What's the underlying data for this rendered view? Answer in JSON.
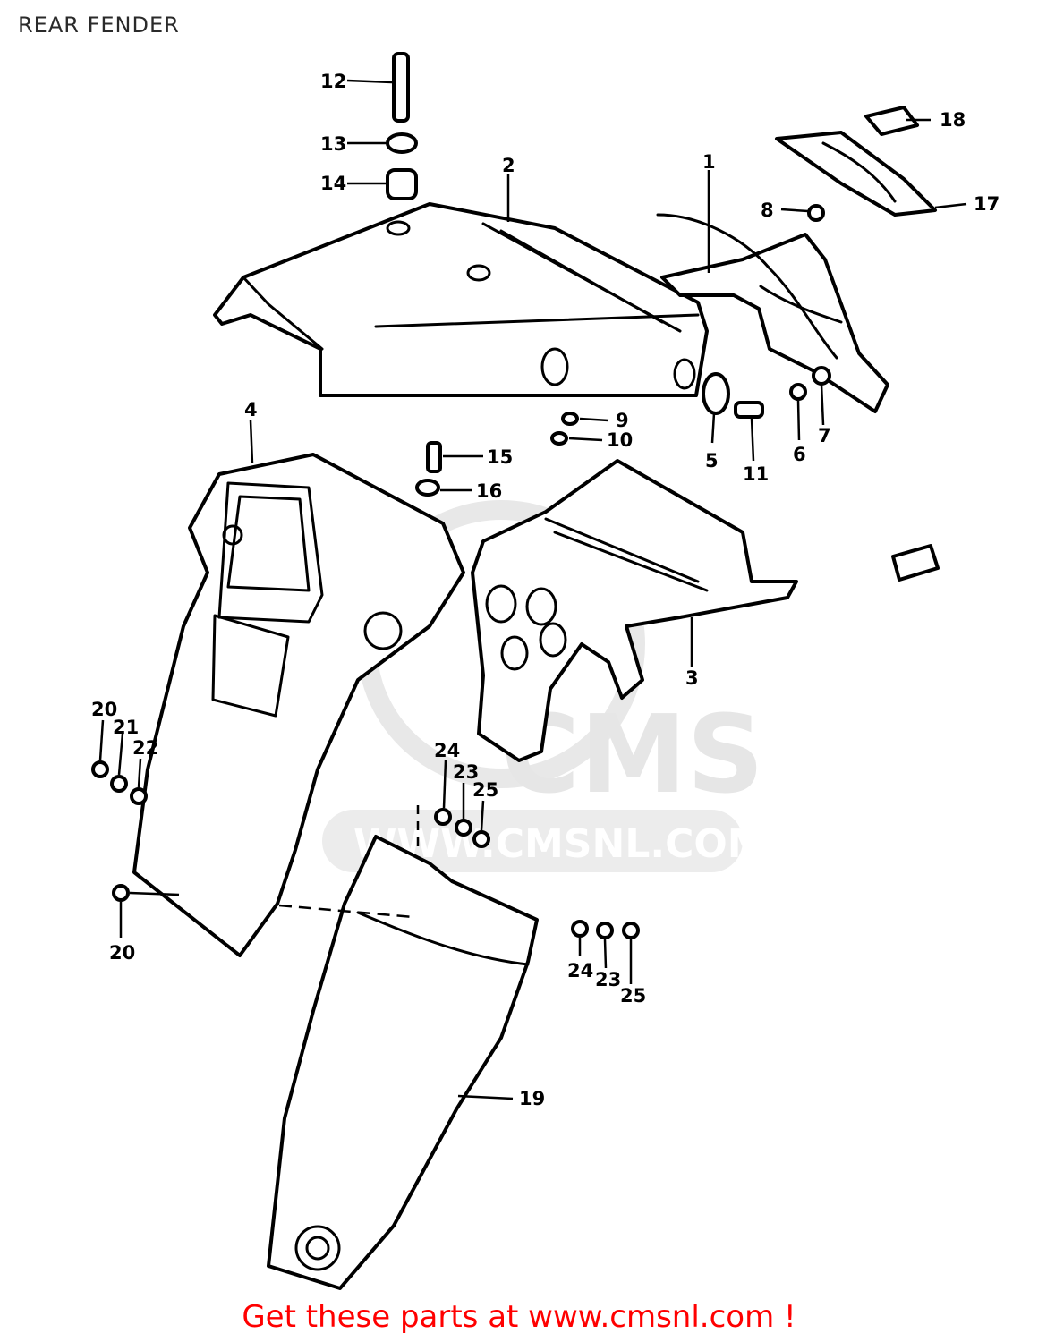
{
  "title": "REAR FENDER",
  "watermark": {
    "brand": "CMS",
    "url": "WWW.CMSNL.COM"
  },
  "footer": {
    "text": "Get these parts at www.cmsnl.com !",
    "color": "#ff0000"
  },
  "callouts": {
    "c1": "1",
    "c2": "2",
    "c3": "3",
    "c4": "4",
    "c5": "5",
    "c6": "6",
    "c7": "7",
    "c8": "8",
    "c9": "9",
    "c10": "10",
    "c11": "11",
    "c12": "12",
    "c13": "13",
    "c14": "14",
    "c15": "15",
    "c16": "16",
    "c17": "17",
    "c18": "18",
    "c19": "19",
    "c20a": "20",
    "c20b": "20",
    "c21": "21",
    "c22": "22",
    "c23a": "23",
    "c23b": "23",
    "c24a": "24",
    "c24b": "24",
    "c25a": "25",
    "c25b": "25"
  }
}
